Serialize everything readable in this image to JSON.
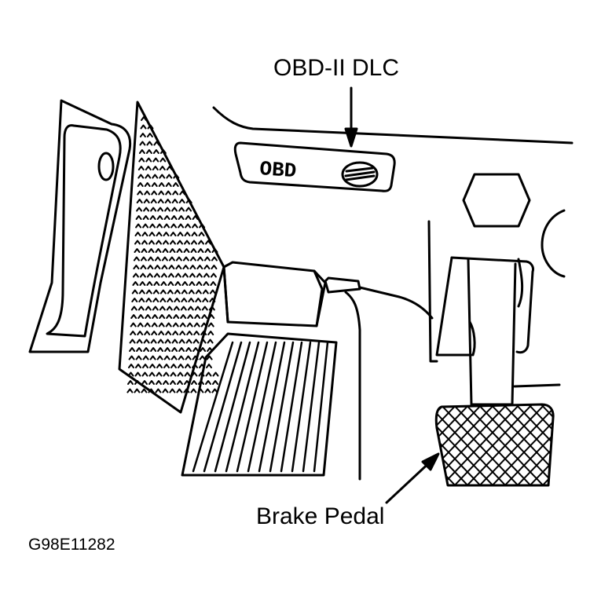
{
  "labels": {
    "obd_dlc": "OBD-II DLC",
    "brake_pedal": "Brake Pedal",
    "figure_id": "G98E11282",
    "obd_plate_text": "OBD"
  },
  "colors": {
    "ink": "#000000",
    "paper": "#ffffff"
  }
}
